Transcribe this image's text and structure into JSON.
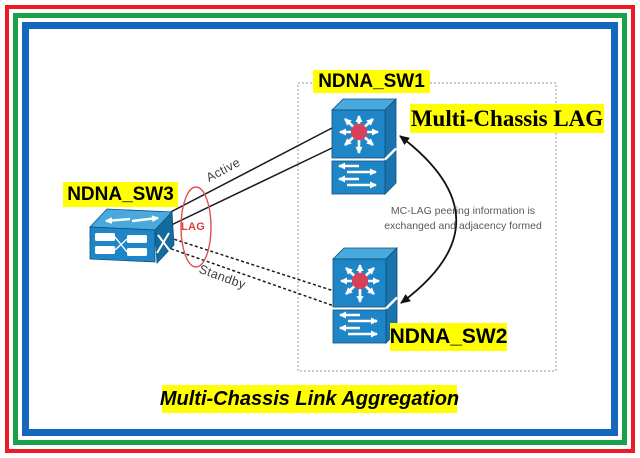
{
  "caption": "Multi-Chassis Link Aggregation",
  "callout": {
    "label": "Multi-Chassis LAG"
  },
  "nodes": {
    "sw1": {
      "label": "NDNA_SW1",
      "type": "multilayer-switch"
    },
    "sw2": {
      "label": "NDNA_SW2",
      "type": "multilayer-switch"
    },
    "sw3": {
      "label": "NDNA_SW3",
      "type": "workgroup-switch"
    }
  },
  "links": {
    "active": "Active",
    "standby": "Standby",
    "lag": "LAG"
  },
  "note": {
    "line1": "MC-LAG peering information is",
    "line2": "exchanged and adjacency formed"
  },
  "colors": {
    "highlight": "#ffff00",
    "frame_red": "#ec1c24",
    "frame_green": "#1aa24b",
    "frame_blue": "#1566be",
    "switch_front": "#1e86c6",
    "switch_top": "#4aa9dc",
    "switch_side": "#1b74ae",
    "switch_dot": "#d8415a",
    "lag_red": "#e03c3c",
    "note_gray": "#595959",
    "line_black": "#1a1a1a"
  }
}
